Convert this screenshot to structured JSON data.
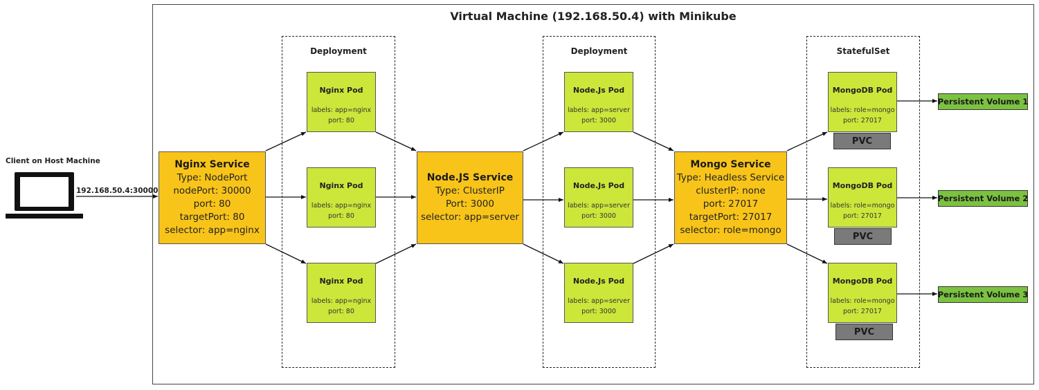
{
  "vm": {
    "title": "Virtual Machine (192.168.50.4) with Minikube"
  },
  "client": {
    "label": "Client on Host Machine",
    "edge_label": "192.168.50.4:30000",
    "icon": "laptop-icon"
  },
  "groups": [
    {
      "title": "Deployment"
    },
    {
      "title": "Deployment"
    },
    {
      "title": "StatefulSet"
    }
  ],
  "nginx_service": {
    "title": "Nginx Service",
    "lines": [
      "Type: NodePort",
      "nodePort: 30000",
      "port: 80",
      "targetPort: 80",
      "selector: app=nginx"
    ]
  },
  "node_service": {
    "title": "Node.JS Service",
    "lines": [
      "Type: ClusterIP",
      "Port: 3000",
      "selector: app=server"
    ]
  },
  "mongo_service": {
    "title": "Mongo Service",
    "lines": [
      "Type: Headless Service",
      "clusterIP: none",
      "port: 27017",
      "targetPort: 27017",
      "selector: role=mongo"
    ]
  },
  "nginx_pods": [
    {
      "title": "Nginx Pod",
      "labels": "labels: app=nginx",
      "port": "port: 80"
    },
    {
      "title": "Nginx Pod",
      "labels": "labels: app=nginx",
      "port": "port: 80"
    },
    {
      "title": "Nginx Pod",
      "labels": "labels: app=nginx",
      "port": "port: 80"
    }
  ],
  "node_pods": [
    {
      "title": "Node.Js Pod",
      "labels": "labels: app=server",
      "port": "port: 3000"
    },
    {
      "title": "Node.Js Pod",
      "labels": "labels: app=server",
      "port": "port: 3000"
    },
    {
      "title": "Node.Js Pod",
      "labels": "labels: app=server",
      "port": "port: 3000"
    }
  ],
  "mongo_pods": [
    {
      "title": "MongoDB Pod",
      "labels": "labels: role=mongo",
      "port": "port: 27017",
      "pvc": "PVC"
    },
    {
      "title": "MongoDB Pod",
      "labels": "labels: role=mongo",
      "port": "port: 27017",
      "pvc": "PVC"
    },
    {
      "title": "MongoDB Pod",
      "labels": "labels: role=mongo",
      "port": "port: 27017",
      "pvc": "PVC"
    }
  ],
  "volumes": [
    {
      "label": "Persistent Volume 1"
    },
    {
      "label": "Persistent Volume 2"
    },
    {
      "label": "Persistent Volume 3"
    }
  ],
  "colors": {
    "service": "#f8c419",
    "pod": "#cde63a",
    "pvc": "#7a7a7a",
    "volume": "#7cc241"
  }
}
